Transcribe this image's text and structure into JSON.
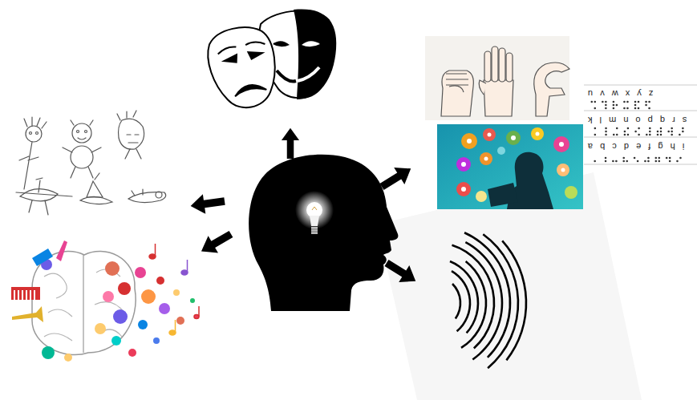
{
  "diagram": {
    "labels": [
      "u v w x y z",
      "k l m n o p q r s",
      "a b c d e f g h i"
    ]
  }
}
